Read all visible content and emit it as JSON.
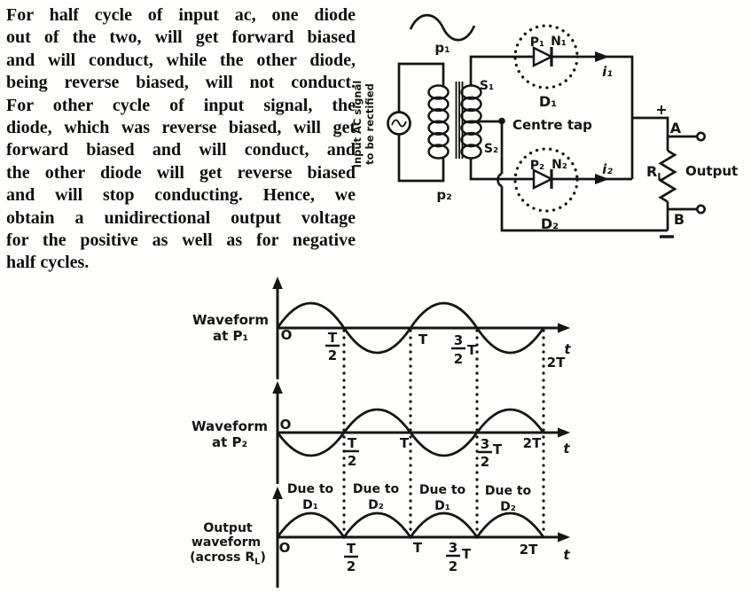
{
  "paragraph": {
    "lines": [
      "For half cycle of input ac, one diode",
      "out of the two, will get forward biased",
      "and will conduct, while the other diode,",
      "being reverse biased, will not conduct.",
      "For other cycle of input signal, the",
      "diode, which was reverse biased, will get",
      "forward biased and will conduct, and",
      "the other diode will get reverse biased",
      "and will stop conducting. Hence, we",
      "obtain a unidirectional output voltage",
      "for the positive as well as for negative",
      "half cycles."
    ]
  },
  "circuit": {
    "input_label_line1": "Input AC signal",
    "input_label_line2": "to be rectified",
    "primary_top": "p₁",
    "primary_bottom": "p₂",
    "secondary_top": "S₁",
    "secondary_bottom": "S₂",
    "centre_tap": "Centre tap",
    "diode1": {
      "p": "P₁",
      "n": "N₁",
      "name": "D₁",
      "current": "i₁"
    },
    "diode2": {
      "p": "P₂",
      "n": "N₂",
      "name": "D₂",
      "current": "i₂"
    },
    "plus": "+",
    "terminal_a": "A",
    "terminal_b": "B",
    "load_base": "R",
    "load_sub": "L",
    "output": "Output"
  },
  "waveforms": {
    "ticks": {
      "o": "O",
      "t": "T",
      "two_t": "2T",
      "axis": "t",
      "half_num": "T",
      "half_den": "2",
      "f32_num": "3",
      "f32_den": "2",
      "f32_t": "T"
    },
    "plot1": {
      "title1": "Waveform",
      "title2": "at P₁"
    },
    "plot2": {
      "title1": "Waveform",
      "title2": "at P₂"
    },
    "plot3": {
      "title1": "Output",
      "title2": "waveform",
      "title3a": "(across R",
      "title3b": "L",
      "title3c": ")"
    },
    "due": [
      {
        "l1": "Due to",
        "l2": "D₁"
      },
      {
        "l1": "Due to",
        "l2": "D₂"
      },
      {
        "l1": "Due to",
        "l2": "D₁"
      },
      {
        "l1": "Due to",
        "l2": "D₂"
      }
    ]
  }
}
